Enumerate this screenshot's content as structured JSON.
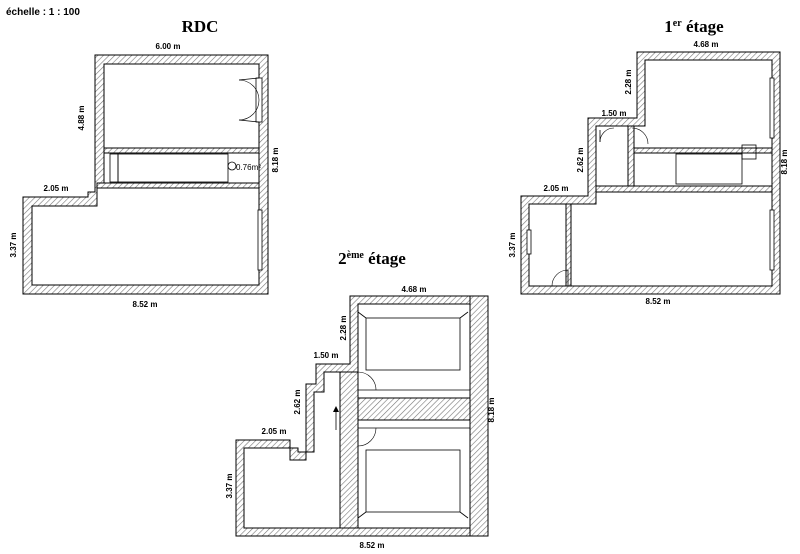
{
  "scale_label": "échelle : 1 : 100",
  "floors": {
    "rdc": {
      "title": "RDC",
      "dims": {
        "top_width": "6.00 m",
        "upper_left_height": "4.88 m",
        "step_width": "2.05 m",
        "lower_left_height": "3.37 m",
        "total_height": "8.18 m",
        "bottom_width": "8.52 m"
      },
      "area_label": "0.76m²"
    },
    "etage1": {
      "title_main": "1",
      "title_sup": "er",
      "title_rest": " étage",
      "dims": {
        "top_width": "4.68 m",
        "upper_height": "2.28 m",
        "mid_width": "1.50 m",
        "mid_height": "2.62 m",
        "step_width": "2.05 m",
        "lower_left_height": "3.37 m",
        "total_height": "8.18 m",
        "bottom_width": "8.52 m"
      }
    },
    "etage2": {
      "title_main": "2",
      "title_sup": "ème",
      "title_rest": " étage",
      "dims": {
        "top_width": "4.68 m",
        "upper_height": "2.28 m",
        "mid_width": "1.50 m",
        "mid_height": "2.62 m",
        "step_width": "2.05 m",
        "lower_left_height": "3.37 m",
        "total_height": "8.18 m",
        "bottom_width": "8.52 m"
      }
    }
  }
}
